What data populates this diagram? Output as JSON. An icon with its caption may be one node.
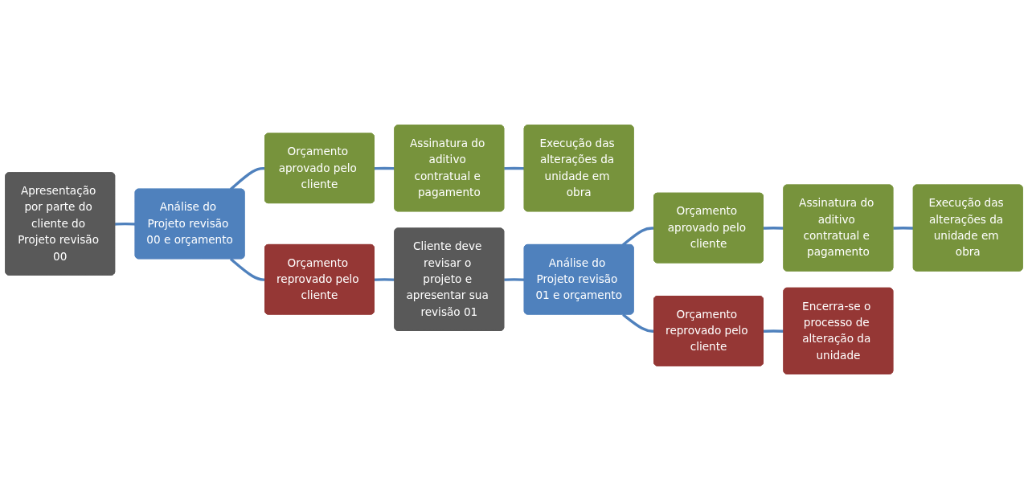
{
  "diagram": {
    "nodes": [
      {
        "text": [
          "Apresentação por parte do cliente do Projeto revisão 00"
        ]
      },
      {
        "text": [
          "Análise do Projeto revisão 00 e orçamento"
        ]
      },
      {
        "text": [
          "Orçamento aprovado pelo cliente"
        ]
      },
      {
        "text": [
          "Assinatura do aditivo contratual e pagamento"
        ]
      },
      {
        "text": [
          "Execução das alterações da unidade em obra"
        ]
      },
      {
        "text": [
          "Orçamento reprovado pelo cliente"
        ]
      },
      {
        "text": [
          "Cliente deve revisar o projeto e apresentar sua revisão 01"
        ]
      },
      {
        "text": [
          "Análise do Projeto revisão 01 e orçamento"
        ]
      },
      {
        "text": [
          "Orçamento aprovado pelo cliente"
        ]
      },
      {
        "text": [
          "Assinatura do aditivo contratual e pagamento"
        ]
      },
      {
        "text": [
          "Execução das alterações da unidade em obra"
        ]
      },
      {
        "text": [
          "Orçamento reprovado pelo cliente"
        ]
      },
      {
        "text": [
          "Encerra-se o processo de alteração da unidade"
        ]
      }
    ],
    "edges": [
      {
        "from": 0,
        "to": 1,
        "arrow": "none"
      },
      {
        "from": 1,
        "to": 2,
        "arrow": "none"
      },
      {
        "from": 2,
        "to": 3,
        "arrow": "none"
      },
      {
        "from": 3,
        "to": 4,
        "arrow": "none"
      },
      {
        "from": 1,
        "to": 5,
        "arrow": "none"
      },
      {
        "from": 5,
        "to": 6,
        "arrow": "none"
      },
      {
        "from": 6,
        "to": 7,
        "arrow": "none"
      },
      {
        "from": 7,
        "to": 8,
        "arrow": "none"
      },
      {
        "from": 8,
        "to": 9,
        "arrow": "none"
      },
      {
        "from": 9,
        "to": 10,
        "arrow": "none"
      },
      {
        "from": 7,
        "to": 11,
        "arrow": "none"
      },
      {
        "from": 11,
        "to": 12,
        "arrow": "none"
      }
    ]
  }
}
